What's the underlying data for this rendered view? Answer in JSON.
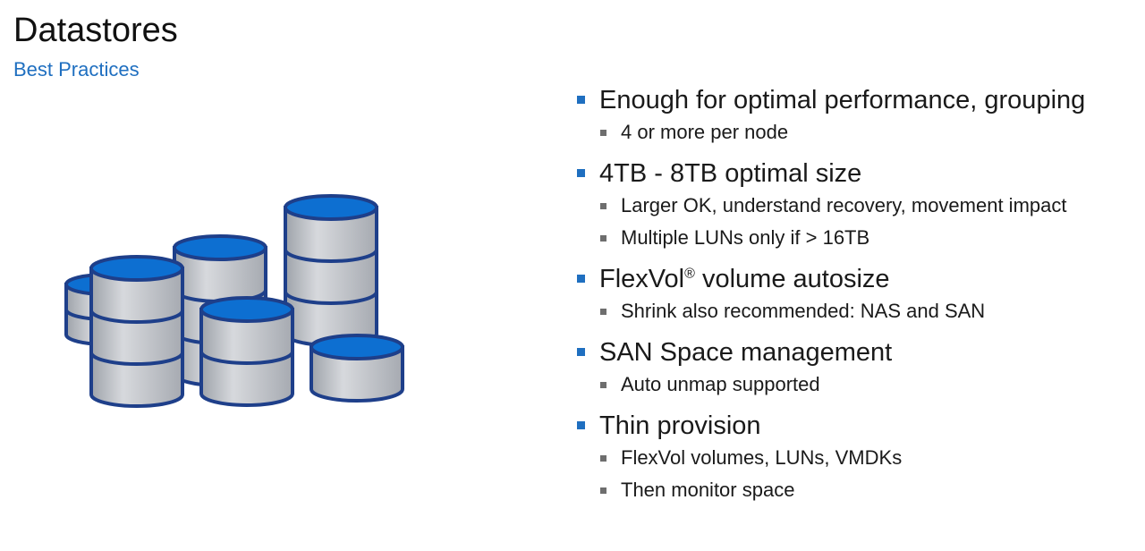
{
  "title": "Datastores",
  "subtitle": "Best Practices",
  "illustration": {
    "icon": "database-stack-icon",
    "fill_top": "#0d6fd1",
    "fill_body": "#c2c5ca",
    "stroke": "#1e3f8a"
  },
  "colors": {
    "accent": "#1f6fc0",
    "sub_bullet": "#6e6e6e"
  },
  "bullets": [
    {
      "text": "Enough for optimal performance, grouping",
      "subs": [
        "4 or more per node"
      ]
    },
    {
      "text": "4TB - 8TB optimal size",
      "subs": [
        "Larger OK, understand recovery, movement impact",
        "Multiple LUNs only if > 16TB"
      ]
    },
    {
      "text": "FlexVol",
      "text_sup": "®",
      "text_after": " volume autosize",
      "subs": [
        "Shrink also recommended: NAS and SAN"
      ]
    },
    {
      "text": "SAN Space management",
      "subs": [
        "Auto unmap supported"
      ]
    },
    {
      "text": "Thin provision",
      "subs": [
        "FlexVol volumes, LUNs, VMDKs",
        "Then monitor space"
      ]
    }
  ]
}
